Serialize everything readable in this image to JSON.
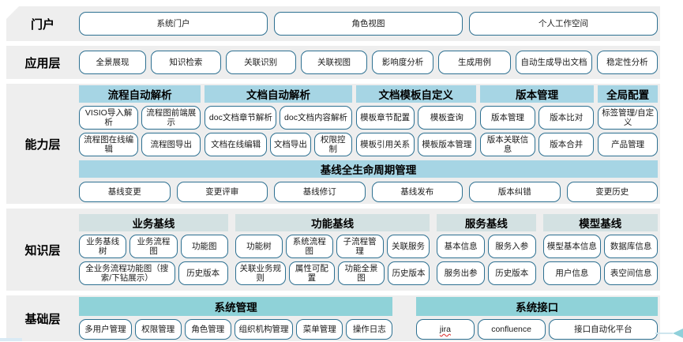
{
  "colors": {
    "band_background": "#eeeeee",
    "capability_header": "#a6d5e4",
    "knowledge_header": "#d3e1e2",
    "foundation_header": "#8fd2d8",
    "box_border": "#2d7091"
  },
  "portal": {
    "label": "门户",
    "items": [
      "系统门户",
      "角色视图",
      "个人工作空间"
    ]
  },
  "application": {
    "label": "应用层",
    "items": [
      "全景展现",
      "知识检索",
      "关联识别",
      "关联视图",
      "影响度分析",
      "生成用例",
      "自动生成导出文档",
      "稳定性分析"
    ]
  },
  "capability": {
    "label": "能力层",
    "groups": [
      {
        "header": "流程自动解析",
        "rows": [
          [
            "VISIO导入解析",
            "流程图前端展示"
          ],
          [
            "流程图在线编辑",
            "流程图导出"
          ]
        ]
      },
      {
        "header": "文档自动解析",
        "rows": [
          [
            "doc文档章节解析",
            "doc文档内容解析"
          ],
          [
            "文档在线编辑",
            "文档导出",
            "权限控制"
          ]
        ]
      },
      {
        "header": "文档模板自定义",
        "rows": [
          [
            "模板章节配置",
            "模板查询"
          ],
          [
            "模板引用关系",
            "模板版本管理"
          ]
        ]
      },
      {
        "header": "版本管理",
        "rows": [
          [
            "版本管理",
            "版本比对"
          ],
          [
            "版本关联信息",
            "版本合并"
          ]
        ]
      },
      {
        "header": "全局配置",
        "rows": [
          [
            "标签管理/自定义"
          ],
          [
            "产品管理"
          ]
        ]
      }
    ],
    "baseline": {
      "header": "基线全生命周期管理",
      "items": [
        "基线变更",
        "变更评审",
        "基线修订",
        "基线发布",
        "版本纠错",
        "变更历史"
      ]
    }
  },
  "knowledge": {
    "label": "知识层",
    "groups": [
      {
        "header": "业务基线",
        "rows": [
          [
            "业务基线树",
            "业务流程图",
            "功能图"
          ],
          [
            "全业务流程功能图（搜索/下钻展示）",
            "历史版本"
          ]
        ]
      },
      {
        "header": "功能基线",
        "rows": [
          [
            "功能树",
            "系统流程图",
            "子流程管理",
            "关联服务"
          ],
          [
            "关联业务规则",
            "属性可配置",
            "功能全景图",
            "历史版本"
          ]
        ]
      },
      {
        "header": "服务基线",
        "rows": [
          [
            "基本信息",
            "服务入参"
          ],
          [
            "服务出参",
            "历史版本"
          ]
        ]
      },
      {
        "header": "模型基线",
        "rows": [
          [
            "模型基本信息",
            "数据库信息"
          ],
          [
            "用户信息",
            "表空间信息"
          ]
        ]
      }
    ]
  },
  "foundation": {
    "label": "基础层",
    "groups": [
      {
        "header": "系统管理",
        "items": [
          "多用户管理",
          "权限管理",
          "角色管理",
          "组织机构管理",
          "菜单管理",
          "操作日志"
        ]
      },
      {
        "header": "系统接口",
        "items": [
          "jira",
          "confluence",
          "接口自动化平台"
        ]
      }
    ]
  }
}
